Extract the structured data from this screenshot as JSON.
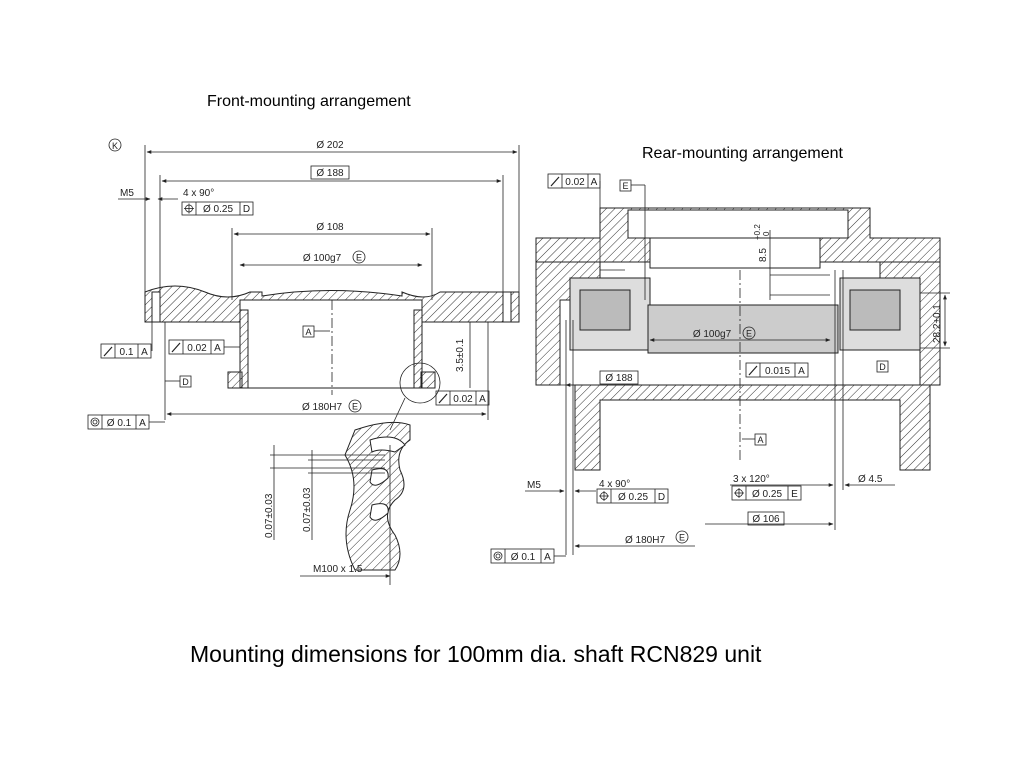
{
  "titles": {
    "front": "Front-mounting arrangement",
    "rear": "Rear-mounting arrangement",
    "caption": "Mounting dimensions for 100mm dia. shaft RCN829 unit"
  },
  "front": {
    "k_mark": "K",
    "d202": "Ø 202",
    "d188": "Ø 188",
    "m5": "M5",
    "holes": "4 x 90°",
    "pos_tol": "Ø 0.25",
    "pos_ref": "D",
    "d108": "Ø 108",
    "d100g7": "Ø 100g7",
    "e_mark": "E",
    "a_mark": "A",
    "runout1_val": "0.1",
    "runout1_ref": "A",
    "runout2_val": "0.02",
    "runout2_ref": "A",
    "d_mark": "D",
    "d180h7": "Ø 180H7",
    "conc_val": "Ø 0.1",
    "conc_ref": "A",
    "runout3_val": "0.02",
    "runout3_ref": "A",
    "dim35": "3.5±0.1",
    "dimA": "0.07±0.03",
    "dimB": "0.07±0.03",
    "thread": "M100 x 1.5"
  },
  "rear": {
    "runout_val": "0.02",
    "runout_ref": "A",
    "e_mark": "E",
    "dim85": "8.5",
    "tol_hi": "+0.2",
    "tol_lo": "0",
    "d100g7": "Ø 100g7",
    "e_circle": "E",
    "runout2_val": "0.015",
    "runout2_ref": "A",
    "d188": "Ø 188",
    "dim282": "28.2±0.1",
    "d_mark": "D",
    "a_mark": "A",
    "m5": "M5",
    "holes4": "4 x 90°",
    "pos1_tol": "Ø 0.25",
    "pos1_ref": "D",
    "holes3": "3 x 120°",
    "pos2_tol": "Ø 0.25",
    "pos2_ref": "E",
    "d45": "Ø 4.5",
    "d106": "Ø 106",
    "d180h7": "Ø 180H7",
    "e_circle2": "E",
    "conc_val": "Ø 0.1",
    "conc_ref": "A"
  }
}
